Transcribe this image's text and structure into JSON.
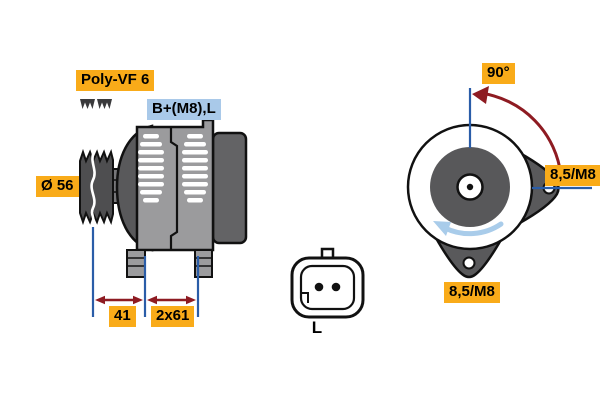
{
  "side_view": {
    "belt_type": "Poly-VF 6",
    "terminals": "B+(M8),L",
    "pulley_diameter": "Ø 56",
    "dim_pulley_offset": "41",
    "dim_mount_spacing": "2x61"
  },
  "connector": {
    "pin_label": "L"
  },
  "rear_view": {
    "swing_angle": "90°",
    "mount_hole_right": "8,5/M8",
    "mount_hole_bottom": "8,5/M8"
  },
  "colors": {
    "highlight_yellow": "#F9AB19",
    "highlight_blue": "#A9C9E9",
    "dimension_red": "#8E1B22",
    "dimension_blue": "#2A5DA8",
    "rotation_blue": "#A9CCEA",
    "body_gray": "#9B9B9D",
    "dark_gray": "#59595B"
  }
}
